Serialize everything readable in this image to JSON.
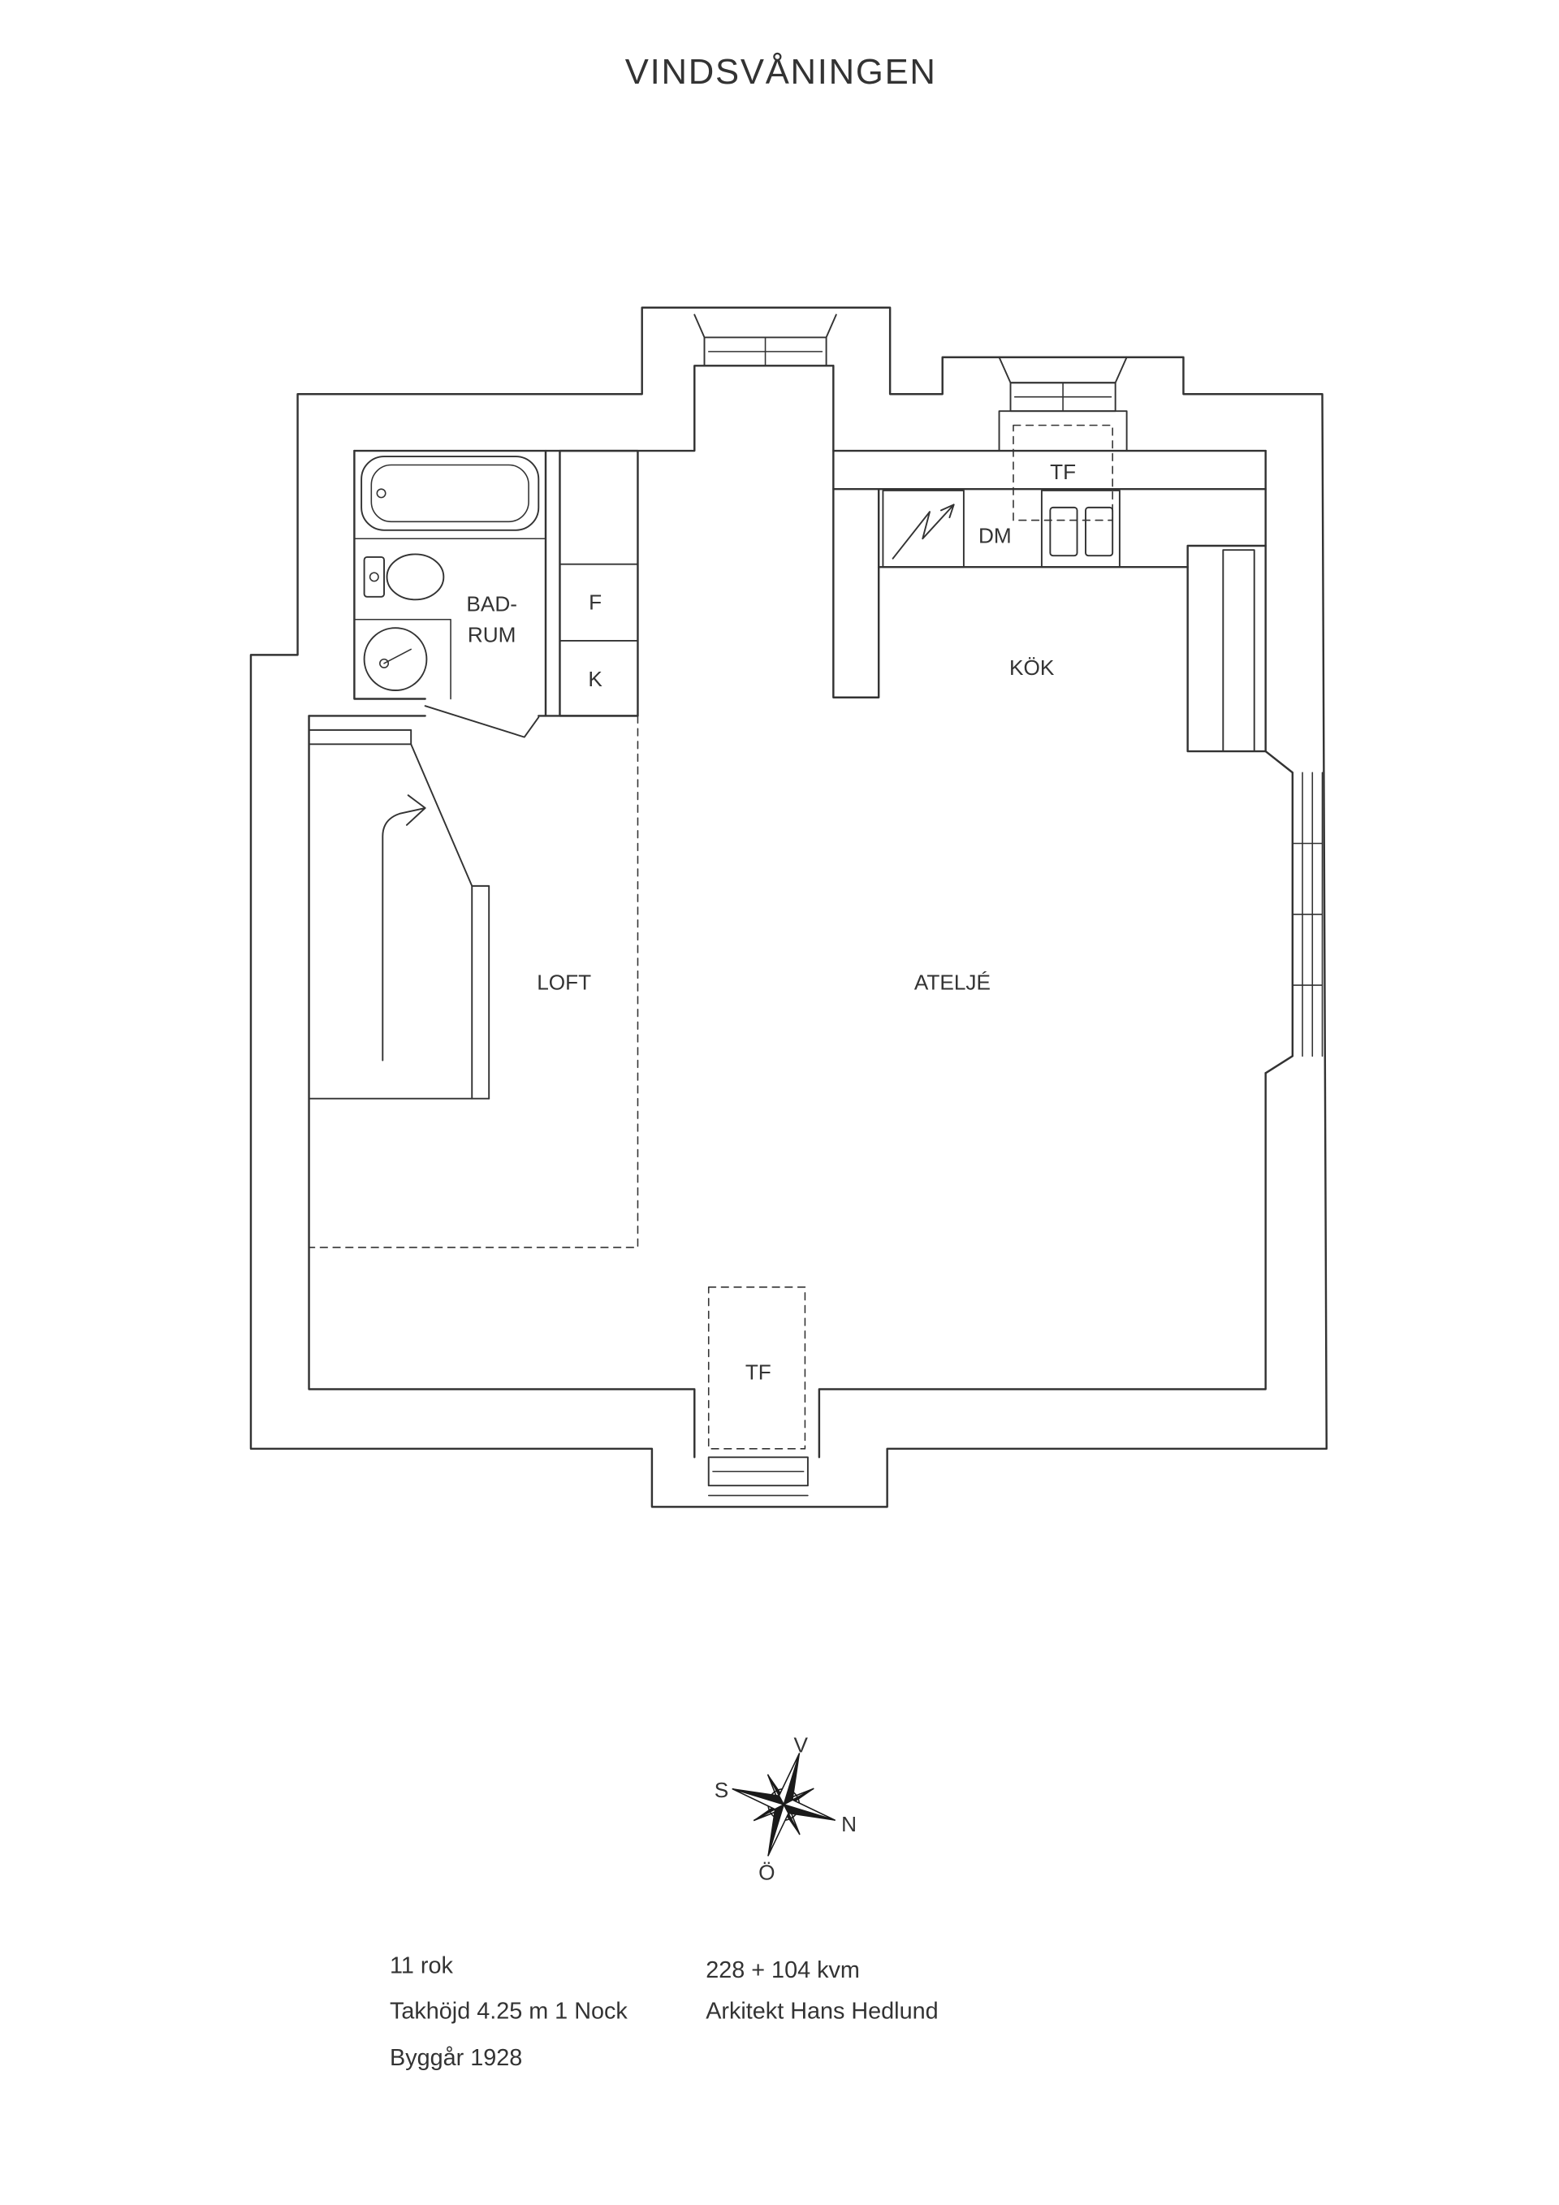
{
  "title": "VINDSVÅNINGEN",
  "rooms": {
    "bathroom_line1": "BAD-",
    "bathroom_line2": "RUM",
    "wardrobe_f": "F",
    "wardrobe_k": "K",
    "kitchen_skylight": "TF",
    "dishwasher": "DM",
    "kitchen": "KÖK",
    "loft": "LOFT",
    "studio": "ATELJÉ",
    "studio_skylight": "TF"
  },
  "compass": {
    "west": "V",
    "south": "S",
    "north": "N",
    "east": "Ö"
  },
  "info": {
    "left": [
      "11 rok",
      "Takhöjd 4.25 m 1 Nock",
      "Byggår 1928"
    ],
    "right": [
      "228 + 104 kvm",
      "Arkitekt Hans Hedlund"
    ]
  },
  "colors": {
    "line": "#333333",
    "background": "#ffffff"
  }
}
